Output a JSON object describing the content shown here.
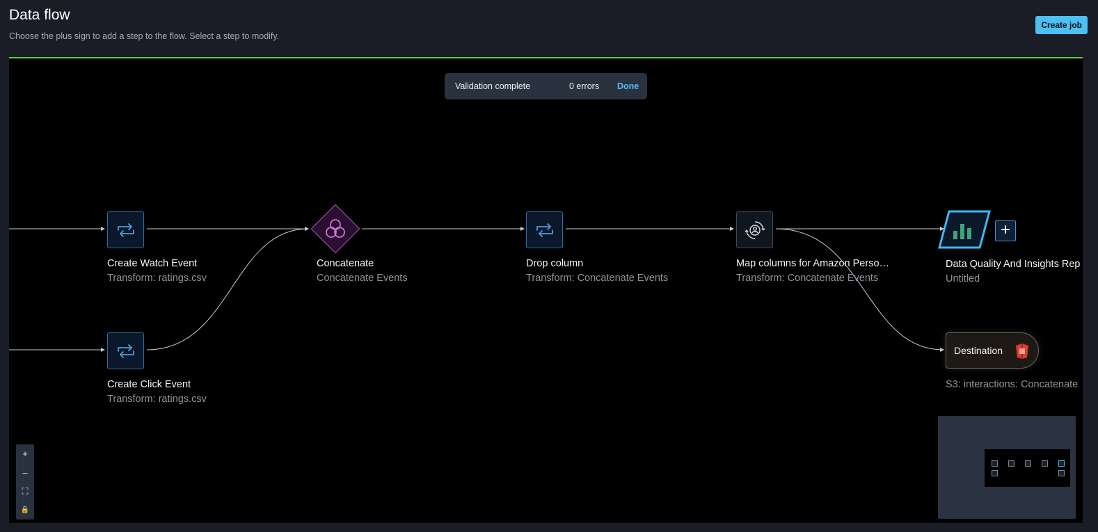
{
  "header": {
    "title": "Data flow",
    "subtitle": "Choose the plus sign to add a step to the flow. Select a step to modify.",
    "create_job_label": "Create job"
  },
  "toast": {
    "message": "Validation complete",
    "errors": "0 errors",
    "done_label": "Done"
  },
  "nodes": {
    "watch": {
      "title": "Create Watch Event",
      "subtitle": "Transform: ratings.csv",
      "icon": "transform-icon"
    },
    "click": {
      "title": "Create Click Event",
      "subtitle": "Transform: ratings.csv",
      "icon": "transform-icon"
    },
    "concat": {
      "title": "Concatenate",
      "subtitle": "Concatenate Events",
      "icon": "join-circles-icon"
    },
    "drop": {
      "title": "Drop column",
      "subtitle": "Transform: Concatenate Events",
      "icon": "transform-icon"
    },
    "map": {
      "title": "Map columns for Amazon Perso…",
      "subtitle": "Transform: Concatenate Events",
      "icon": "personalize-icon"
    },
    "dq": {
      "title": "Data Quality And Insights Rep",
      "subtitle": "Untitled",
      "icon": "bar-chart-icon"
    },
    "dest": {
      "title": "Destination",
      "subtitle": "S3: interactions: Concatenate",
      "icon": "s3-bucket-icon"
    }
  },
  "add_step": {
    "label": "+"
  },
  "zoom": {
    "in": "+",
    "out": "–",
    "fit": "⛶",
    "lock": "🔒"
  },
  "colors": {
    "accent": "#4cc0f2",
    "canvas_border": "#5fd43a",
    "concat": "#b05ab8",
    "chart_green": "#3fa37a",
    "s3": "#d9402f"
  }
}
